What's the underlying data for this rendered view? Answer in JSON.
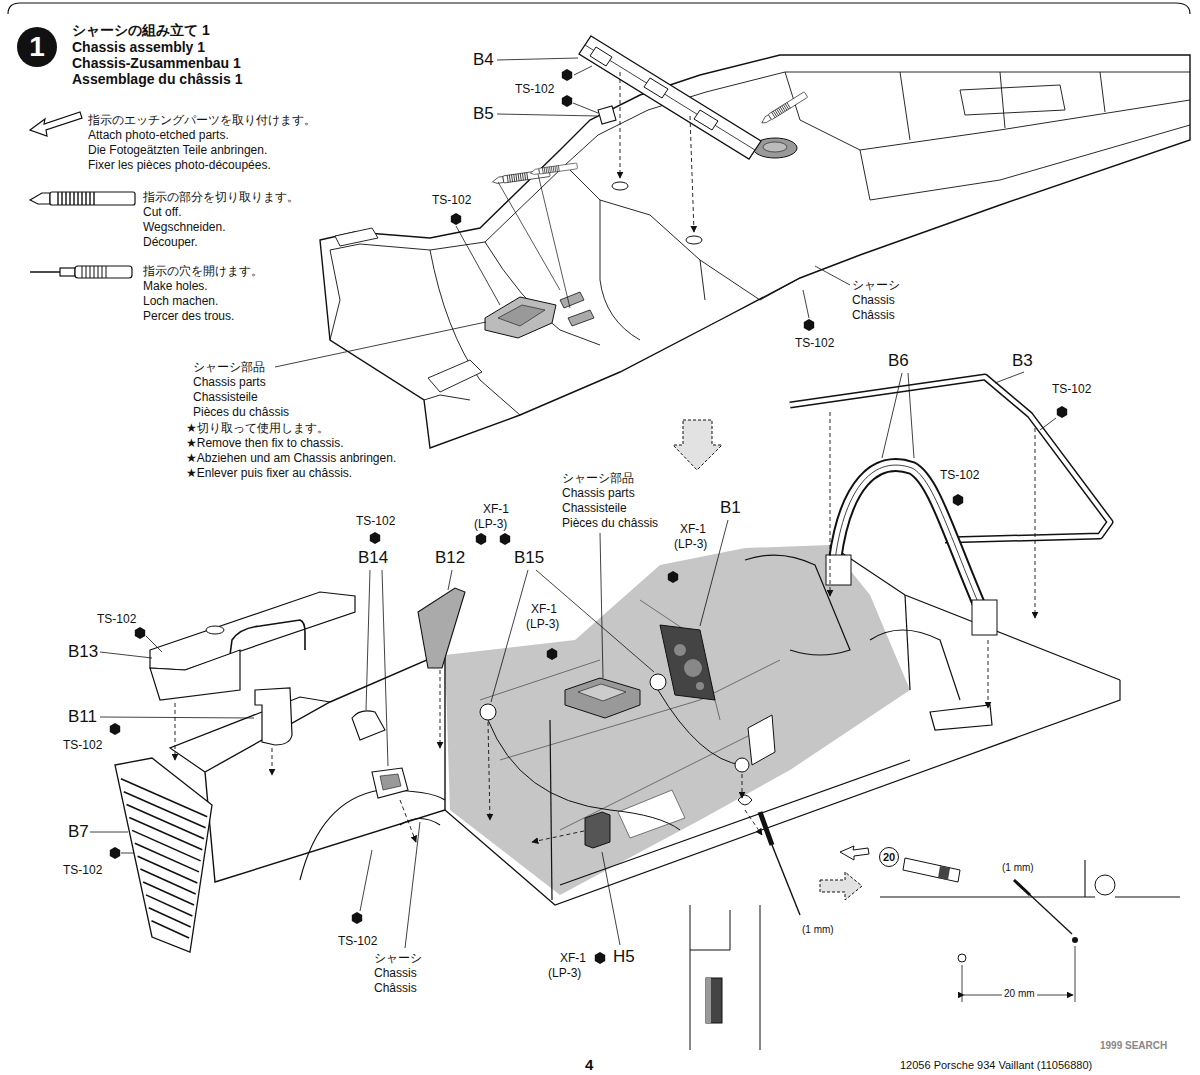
{
  "diagram": {
    "title": "シャーシの組み立て 1",
    "nodes": [
      {
        "text": [
          "1"
        ]
      },
      {
        "text": [
          "20"
        ]
      }
    ],
    "labels": [
      "Chassis assembly 1",
      "Chassis-Zusammenbau 1",
      "Assemblage du châssis 1",
      "指示のエッチングパーツを取り付けます。",
      "Attach photo-etched parts.",
      "Die Fotogeätzten Teile anbringen.",
      "Fixer les pièces photo-découpées.",
      "指示の部分を切り取ります。",
      "Cut off.",
      "Wegschneiden.",
      "Découper.",
      "指示の穴を開けます。",
      "Make holes.",
      "Loch machen.",
      "Percer des trous.",
      "B4",
      "TS-102",
      "B5",
      "TS-102",
      "シャーシ",
      "Chassis",
      "Châssis",
      "TS-102",
      "シャーシ部品",
      "Chassis parts",
      "Chassisteile",
      "Pièces du châssis",
      "★切り取って使用します。",
      "★Remove then fix to chassis.",
      "★Abziehen und am Chassis anbringen.",
      "★Enlever puis fixer au châssis.",
      "B6",
      "B3",
      "TS-102",
      "TS-102",
      "シャーシ部品",
      "Chassis parts",
      "Chassisteile",
      "Pièces du châssis",
      "B1",
      "TS-102",
      "XF-1",
      "(LP-3)",
      "B14",
      "B12",
      "B15",
      "XF-1",
      "(LP-3)",
      "XF-1",
      "(LP-3)",
      "TS-102",
      "B13",
      "B11",
      "TS-102",
      "B7",
      "TS-102",
      "TS-102",
      "シャーシ",
      "Chassis",
      "Châssis",
      "XF-1",
      "(LP-3)",
      "H5",
      "(1 mm)",
      "(1 mm)",
      "20 mm",
      "4",
      "12056 Porsche 934 Vaillant (11056880)",
      "1999 SEARCH"
    ]
  }
}
